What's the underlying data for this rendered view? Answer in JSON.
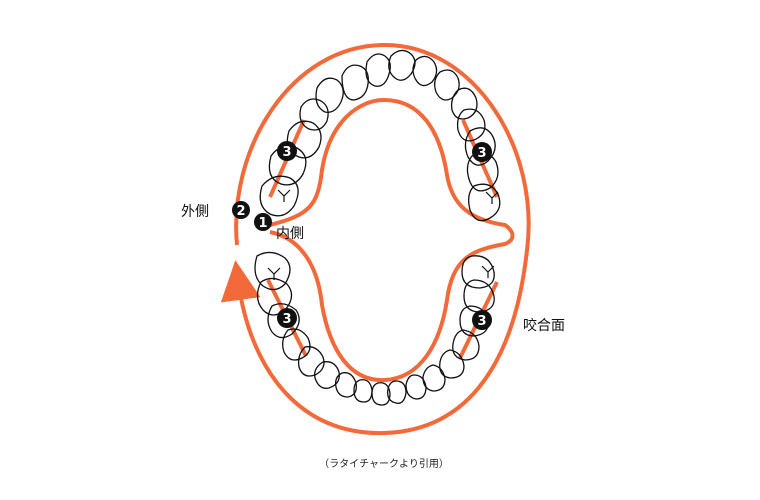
{
  "labels": {
    "outer": "外側",
    "inner": "内側",
    "occlusal": "咬合面"
  },
  "markers": {
    "one": "1",
    "two": "2",
    "three": "3"
  },
  "caption": "（ラタイチャークより引用）",
  "colors": {
    "brush_path": "#f26a3a",
    "tooth_outline": "#111111",
    "marker_fill": "#111111"
  }
}
